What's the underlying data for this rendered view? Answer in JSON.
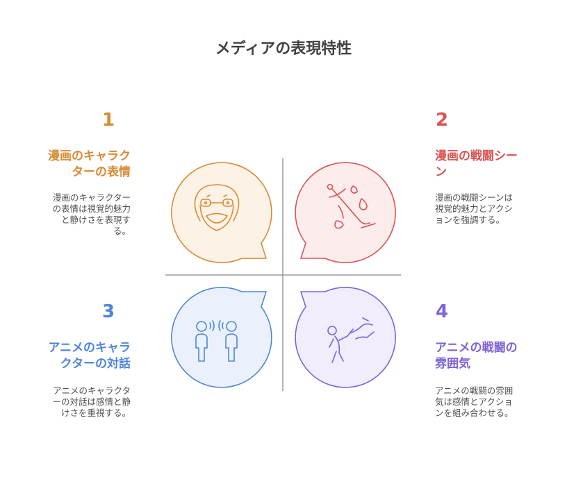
{
  "title": "メディアの表現特性",
  "colors": {
    "q1": "#D98A34",
    "q2": "#DB5353",
    "q3": "#4E86DA",
    "q4": "#7E63D9",
    "axis": "#9A9A9A",
    "title": "#424242",
    "text": "#505050"
  },
  "quadrants": [
    {
      "number": "1",
      "heading": [
        "漫画のキャラク",
        "ターの表情"
      ],
      "description": [
        "漫画のキャラクター",
        "の表情は視覚的魅力",
        "と静けさを表現す",
        "る。"
      ],
      "icon": "smiling-face-icon"
    },
    {
      "number": "2",
      "heading": [
        "漫画の戦闘シー",
        "ン"
      ],
      "description": [
        "漫画の戦闘シーンは",
        "視覚的魅力とアクシ",
        "ョンを強調する。"
      ],
      "icon": "ink-brush-drops-icon"
    },
    {
      "number": "3",
      "heading": [
        "アニメのキャラ",
        "クターの対話"
      ],
      "description": [
        "アニメのキャラクタ",
        "ーの対話は感情と静",
        "けさを重視する。"
      ],
      "icon": "two-people-talking-icon"
    },
    {
      "number": "4",
      "heading": [
        "アニメの戦闘の",
        "雰囲気"
      ],
      "description": [
        "アニメの戦闘の雰囲",
        "気は感情とアクショ",
        "ンを組み合わせる。"
      ],
      "icon": "running-person-icon"
    }
  ]
}
